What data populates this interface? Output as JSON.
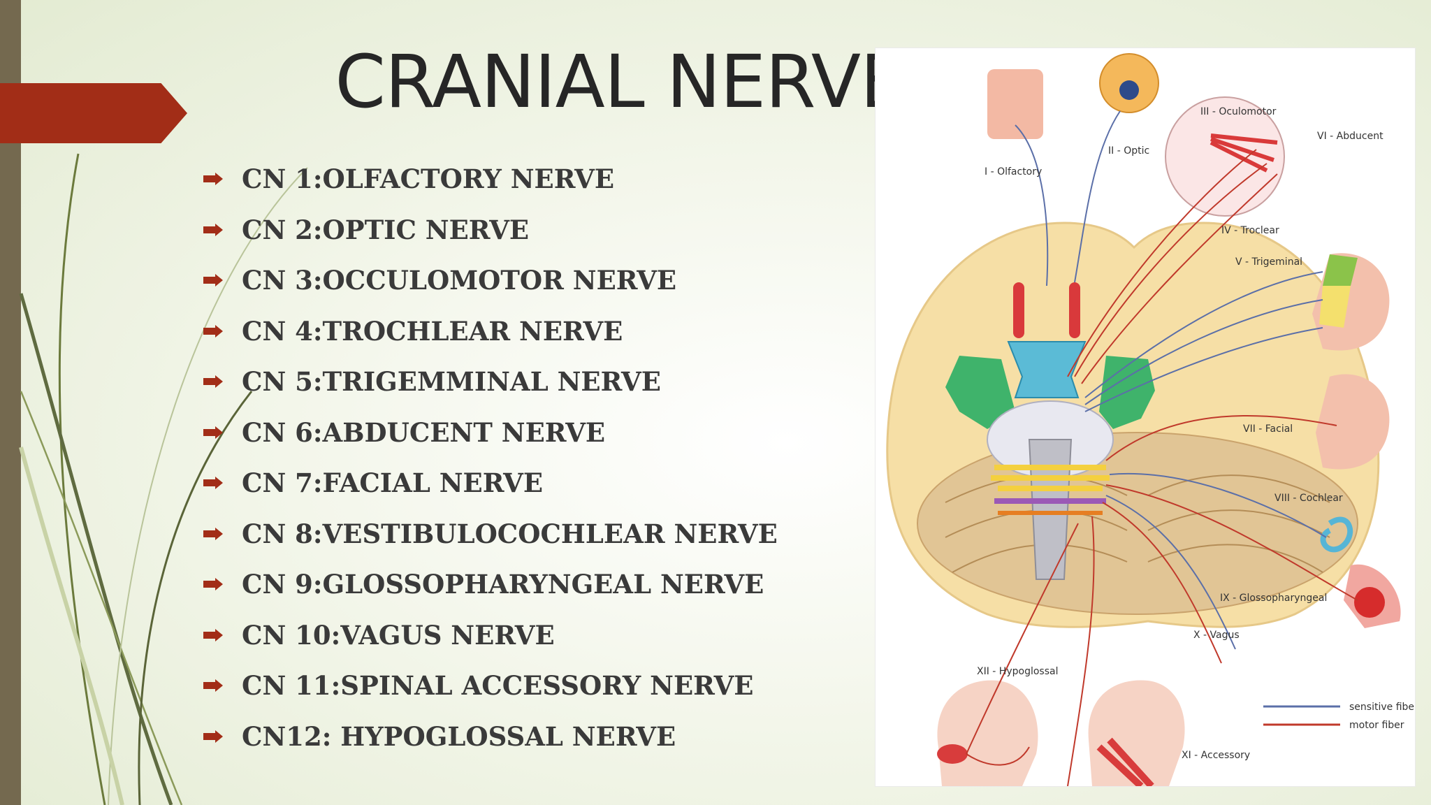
{
  "slide": {
    "title": "CRANIAL NERVES",
    "bullet_icon": "arrow-bullet-icon",
    "colors": {
      "accent_red": "#a22d17",
      "side_bar": "#74694f",
      "text": "#3a3a3a"
    }
  },
  "nerves": [
    "CN 1:OLFACTORY NERVE",
    "CN 2:OPTIC NERVE",
    "CN 3:OCCULOMOTOR NERVE",
    "CN 4:TROCHLEAR NERVE",
    "CN 5:TRIGEMMINAL NERVE",
    "CN 6:ABDUCENT NERVE",
    "CN 7:FACIAL NERVE",
    "CN 8:VESTIBULOCOCHLEAR NERVE",
    "CN 9:GLOSSOPHARYNGEAL NERVE",
    "CN 10:VAGUS NERVE",
    "CN 11:SPINAL ACCESSORY NERVE",
    "CN12: HYPOGLOSSAL NERVE"
  ],
  "diagram": {
    "labels": {
      "olfactory": "I - Olfactory",
      "optic": "II - Optic",
      "oculomotor": "III - Oculomotor",
      "abducent": "VI - Abducent",
      "trochlear": "IV - Troclear",
      "trigeminal": "V - Trigeminal",
      "facial": "VII - Facial",
      "cochlear": "VIII - Cochlear",
      "glossopharyngeal": "IX - Glossopharyngeal",
      "vagus": "X - Vagus",
      "hypoglossal": "XII - Hypoglossal",
      "accessory": "XI - Accessory"
    },
    "legend": {
      "sensitive": "sensitive fibe",
      "motor": "motor fiber"
    },
    "colors": {
      "sensitive_fiber": "#5b6fa8",
      "motor_fiber": "#c0392b"
    }
  }
}
